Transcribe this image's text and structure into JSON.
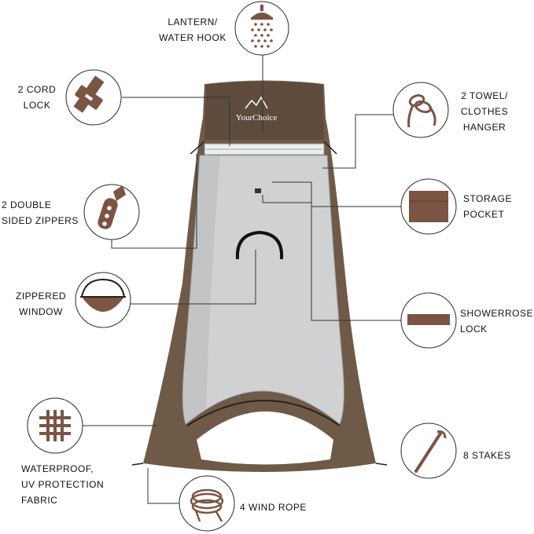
{
  "brand": "YourChoice",
  "colors": {
    "tent_brown": "#6f5a48",
    "tent_dark": "#4e3e31",
    "icon_brown": "#7b5444",
    "mesh_silver": "#cfd1d3",
    "circle_stroke": "#2a2a2a",
    "leader_line": "#333333"
  },
  "features": [
    {
      "id": "lantern",
      "icon": "shower-head-icon",
      "lines": [
        "LANTERN/",
        "WATER HOOK"
      ]
    },
    {
      "id": "cord-lock",
      "icon": "cord-lock-icon",
      "lines": [
        "2 CORD",
        "LOCK"
      ]
    },
    {
      "id": "towel",
      "icon": "coiled-hanger-icon",
      "lines": [
        "2 TOWEL/",
        "CLOTHES",
        "HANGER"
      ]
    },
    {
      "id": "zippers",
      "icon": "zipper-pull-icon",
      "lines": [
        "2 DOUBLE",
        "SIDED ZIPPERS"
      ]
    },
    {
      "id": "pocket",
      "icon": "storage-pocket-icon",
      "lines": [
        "STORAGE",
        "POCKET"
      ]
    },
    {
      "id": "window",
      "icon": "window-icon",
      "lines": [
        "ZIPPERED",
        "WINDOW"
      ]
    },
    {
      "id": "shower-lock",
      "icon": "showerrose-strap-icon",
      "lines": [
        "SHOWERROSE",
        "LOCK"
      ]
    },
    {
      "id": "fabric",
      "icon": "grid-fabric-icon",
      "lines": [
        "WATERPROOF,",
        "UV PROTECTION",
        "FABRIC"
      ]
    },
    {
      "id": "stakes",
      "icon": "stake-icon",
      "lines": [
        "8 STAKES"
      ]
    },
    {
      "id": "rope",
      "icon": "rope-coil-icon",
      "lines": [
        "4 WIND ROPE"
      ]
    }
  ]
}
